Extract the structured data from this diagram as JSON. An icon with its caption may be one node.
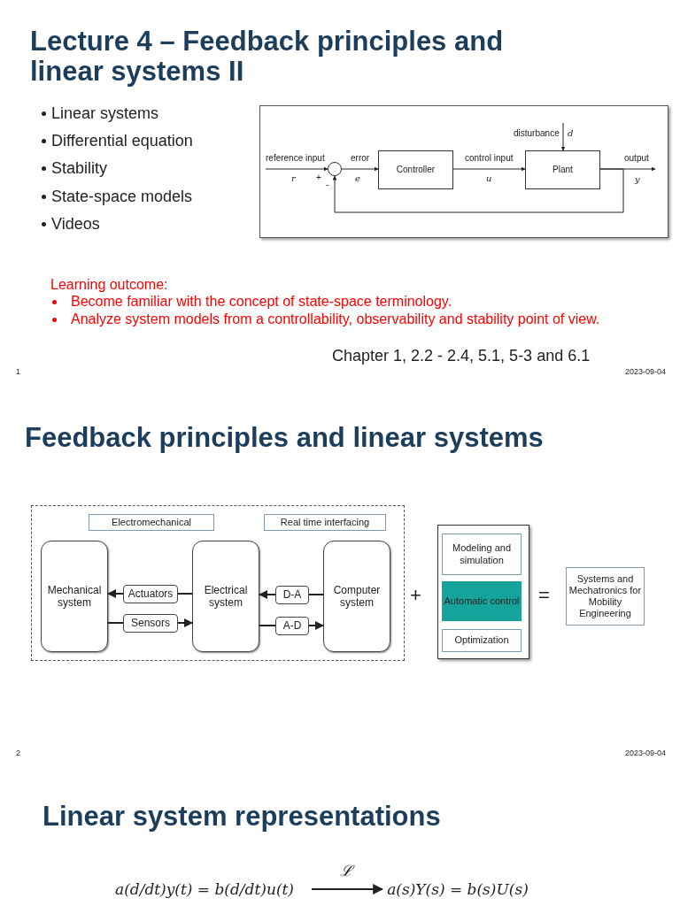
{
  "diagram": {
    "title": "Lecture 4 – Feedback principles and linear systems II",
    "nodes": [
      {
        "text": [],
        "shape": "circle"
      },
      {
        "text": [
          "Controller"
        ]
      },
      {
        "text": [
          "Plant"
        ]
      },
      {
        "text": [],
        "shape": "box"
      },
      {
        "text": [
          "Electromechanical"
        ],
        "in": 3
      },
      {
        "text": [
          "Real time interfacing"
        ],
        "in": 3
      },
      {
        "text": [
          "Mechanical system"
        ],
        "in": 3
      },
      {
        "text": [
          "Actuators"
        ],
        "in": 3
      },
      {
        "text": [
          "Sensors"
        ],
        "in": 3
      },
      {
        "text": [
          "Electrical system"
        ],
        "in": 3
      },
      {
        "text": [
          "D-A"
        ],
        "in": 3
      },
      {
        "text": [
          "A-D"
        ],
        "in": 3
      },
      {
        "text": [
          "Computer system"
        ],
        "in": 3
      },
      {
        "text": [],
        "shape": "box"
      },
      {
        "text": [
          "Modeling and simulation"
        ],
        "in": 13
      },
      {
        "text": [
          "Automatic control"
        ],
        "in": 13
      },
      {
        "text": [
          "Optimization"
        ],
        "in": 13
      },
      {
        "text": [
          "Systems and Mechatronics for Mobility Engineering"
        ]
      },
      {
        "text": [
          "a(d/dt)y(t) = b(d/dt)u(t)"
        ]
      },
      {
        "text": [
          "a(s)Y(s) = b(s)U(s)"
        ]
      }
    ],
    "edges": [
      {
        "from": null,
        "to": 0,
        "arrow": "to",
        "label": "reference input"
      },
      {
        "from": 0,
        "to": 1,
        "arrow": "to",
        "label": "error"
      },
      {
        "from": 1,
        "to": 2,
        "arrow": "to",
        "label": "control input"
      },
      {
        "from": null,
        "to": 2,
        "arrow": "to",
        "label": "disturbance"
      },
      {
        "from": 2,
        "to": null,
        "arrow": "to",
        "label": "output"
      },
      {
        "from": 2,
        "to": 0,
        "arrow": "to"
      },
      {
        "from": 9,
        "to": 7,
        "arrow": "none"
      },
      {
        "from": 7,
        "to": 6,
        "arrow": "to"
      },
      {
        "from": 6,
        "to": 8,
        "arrow": "none"
      },
      {
        "from": 8,
        "to": 9,
        "arrow": "to"
      },
      {
        "from": 12,
        "to": 10,
        "arrow": "none"
      },
      {
        "from": 10,
        "to": 9,
        "arrow": "to"
      },
      {
        "from": 9,
        "to": 11,
        "arrow": "none"
      },
      {
        "from": 11,
        "to": 12,
        "arrow": "to"
      },
      {
        "from": 18,
        "to": 19,
        "arrow": "to",
        "label": "ℒ"
      }
    ],
    "labels": [
      "Linear systems",
      "Differential equation",
      "Stability",
      "State-space models",
      "Videos",
      "r",
      "+",
      "-",
      "e",
      "u",
      "d",
      "y",
      "Learning outcome:",
      "Become familiar with the concept of state-space terminology.",
      "Analyze system models from a controllability, observability and stability point of view.",
      "Chapter 1, 2.2 - 2.4, 5.1, 5-3 and 6.1",
      "1",
      "2023-09-04",
      "Feedback principles and linear systems",
      "+",
      "=",
      "2",
      "2023-09-04",
      "Linear system representations"
    ]
  }
}
